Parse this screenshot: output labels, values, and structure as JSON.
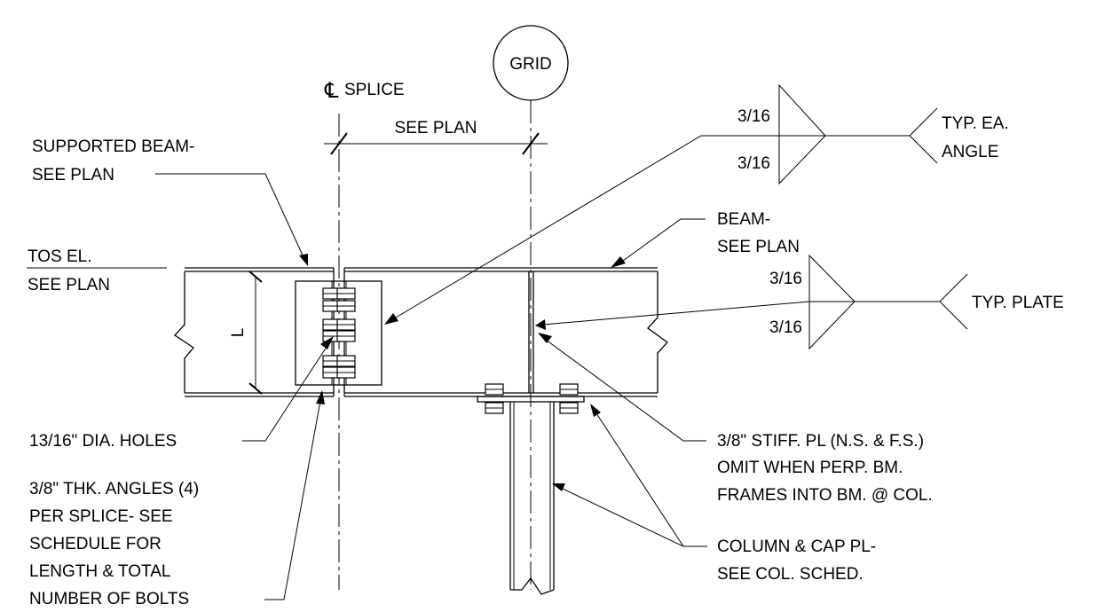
{
  "grid_label": "GRID",
  "splice_cl_symbol": "℄",
  "splice_label": "SPLICE",
  "dimension_label": "SEE PLAN",
  "tos_line1": "TOS EL.",
  "tos_line2": "SEE PLAN",
  "supported_beam_line1": "SUPPORTED BEAM-",
  "supported_beam_line2": "SEE PLAN",
  "beam_line1": "BEAM-",
  "beam_line2": "SEE PLAN",
  "length_symbol": "L",
  "weld_angle": {
    "top": "3/16",
    "bottom": "3/16",
    "note_line1": "TYP. EA.",
    "note_line2": "ANGLE"
  },
  "weld_plate": {
    "top": "3/16",
    "bottom": "3/16",
    "note": "TYP. PLATE"
  },
  "holes_note": "13/16\" DIA. HOLES",
  "angles_note": [
    "3/8\" THK. ANGLES (4)",
    "PER SPLICE- SEE",
    "SCHEDULE FOR",
    "LENGTH & TOTAL",
    "NUMBER OF BOLTS"
  ],
  "stiffener_note": [
    "3/8\" STIFF. PL (N.S. & F.S.)",
    "OMIT WHEN PERP. BM.",
    "FRAMES INTO BM. @ COL."
  ],
  "column_note": [
    "COLUMN & CAP PL-",
    "SEE COL. SCHED."
  ]
}
